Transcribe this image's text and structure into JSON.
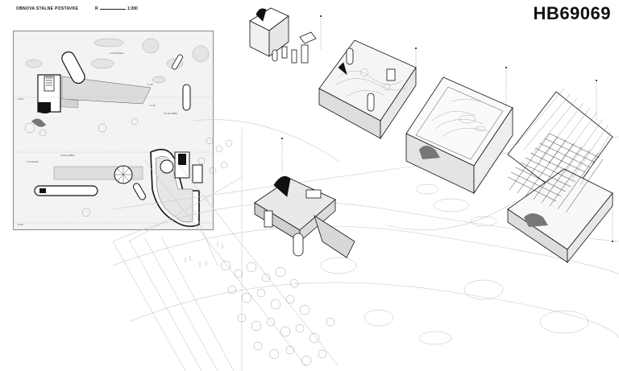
{
  "header": {
    "title": "OBNOVA STALNE POSTAVKE",
    "north_label": "R",
    "scale": "1:200"
  },
  "project_code": "HB69069",
  "plan_labels": [
    "+3.24 BASEN",
    "+1.60",
    "TS IZLOŽBA",
    "+0.80",
    "TS IZLOŽBA",
    "+1.00",
    "TS DOMIS",
    "+0.80"
  ],
  "colors": {
    "background": "#ffffff",
    "plan_fill": "#f3f3f3",
    "ink": "#111111",
    "hatch": "#9a9a9a"
  }
}
